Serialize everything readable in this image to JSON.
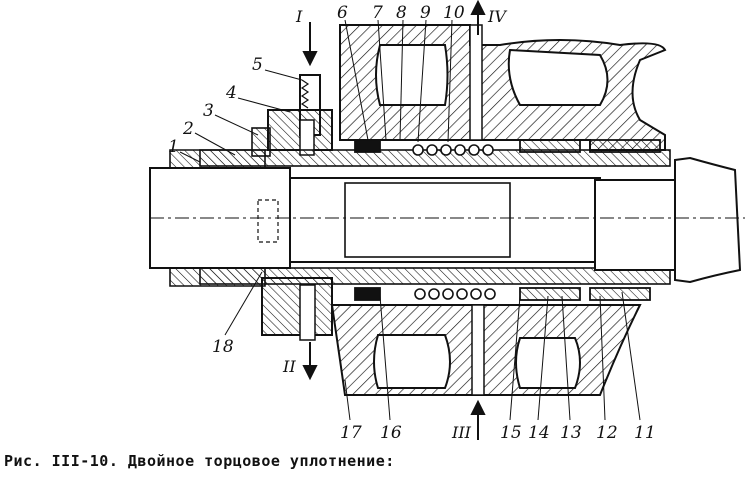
{
  "figure": {
    "part_labels": [
      "1",
      "2",
      "3",
      "4",
      "5",
      "6",
      "7",
      "8",
      "9",
      "10",
      "11",
      "12",
      "13",
      "14",
      "15",
      "16",
      "17",
      "18"
    ],
    "flow_labels": [
      "I",
      "II",
      "III",
      "IV"
    ]
  },
  "caption": "Рис. III-10. Двойное торцовое уплотнение:"
}
